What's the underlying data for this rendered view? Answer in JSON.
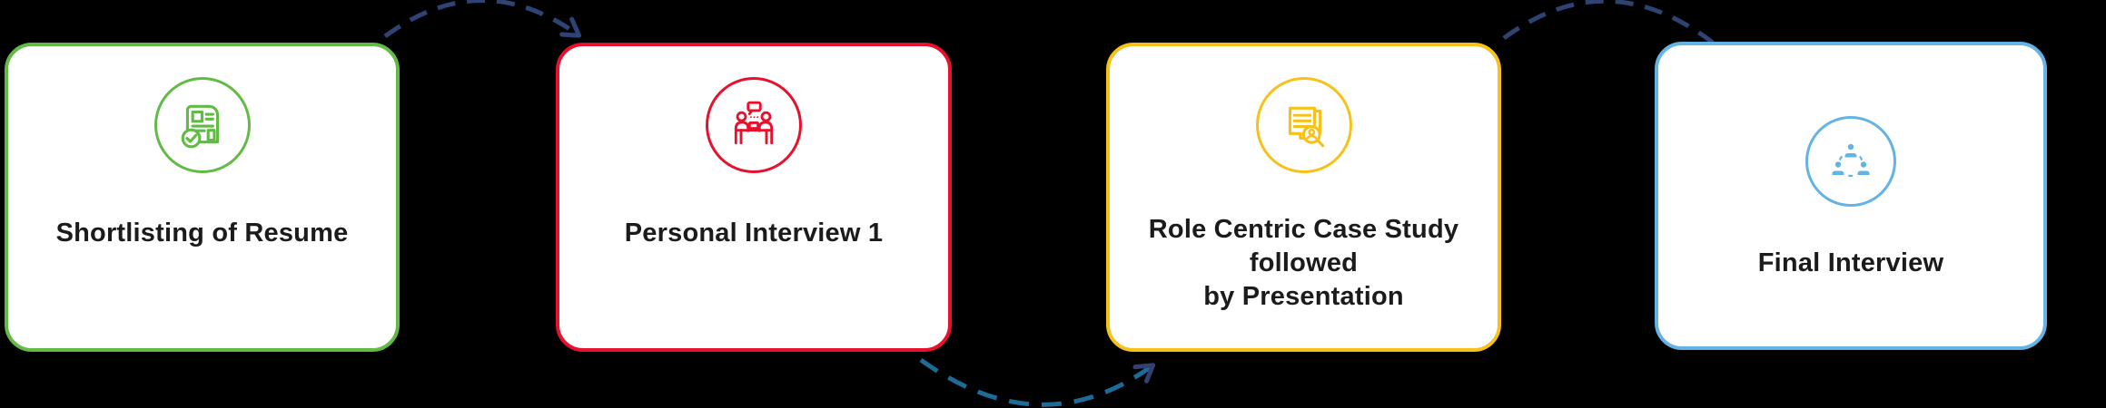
{
  "canvas": {
    "background": "#000000",
    "card_background": "#ffffff",
    "text_color": "#1b1b1b"
  },
  "flow": {
    "steps": [
      {
        "label": "Shortlisting of Resume",
        "label_lines": [
          "Shortlisting of Resume"
        ],
        "color": "#62bb46",
        "icon": "resume-check-icon"
      },
      {
        "label": "Personal Interview 1",
        "label_lines": [
          "Personal Interview 1"
        ],
        "color": "#e8112d",
        "icon": "interview-table-icon"
      },
      {
        "label": "Role Centric Case Study followed by Presentation",
        "label_lines": [
          "Role Centric Case Study followed",
          "by Presentation"
        ],
        "color": "#f7c11a",
        "icon": "case-study-search-icon"
      },
      {
        "label": "Final Interview",
        "label_lines": [
          "Final Interview"
        ],
        "color": "#63b3e4",
        "icon": "panel-network-icon"
      }
    ],
    "connectors": [
      {
        "from": "Shortlisting of Resume",
        "to": "Personal Interview 1",
        "position": "top-arc",
        "style": "dashed",
        "color": "#2e4373",
        "arrowhead": true
      },
      {
        "from": "Personal Interview 1",
        "to": "Role Centric Case Study followed by Presentation",
        "position": "bottom-arc",
        "style": "dashed",
        "color": "#1d6b97",
        "arrowhead": true,
        "arrowhead_color": "#343f72"
      },
      {
        "from": "Role Centric Case Study followed by Presentation",
        "to": "Final Interview",
        "position": "top-arc",
        "style": "dashed",
        "color": "#2e4373",
        "arrowhead": false
      }
    ]
  }
}
